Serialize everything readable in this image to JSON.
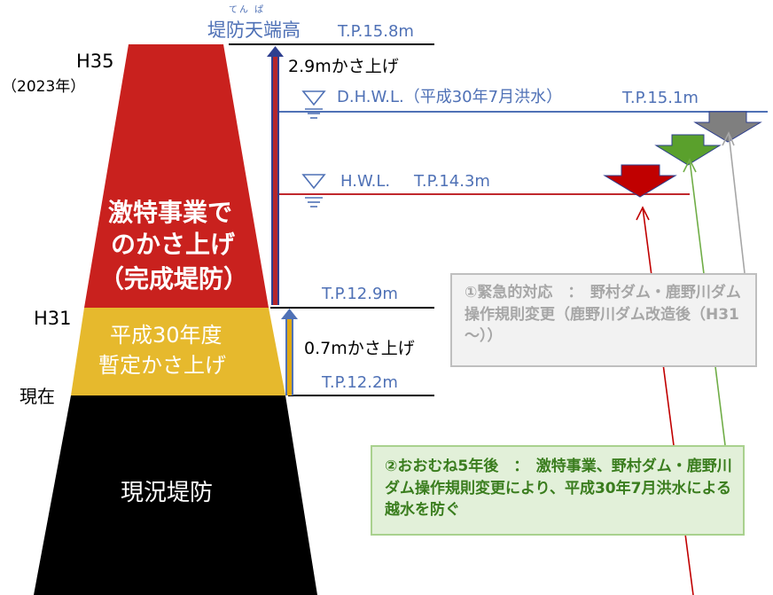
{
  "labels": {
    "crest_ruby": "てん ぱ",
    "crest_name": "堤防天端高",
    "crest_tp": "T.P.15.8m",
    "raise_29": "2.9mかさ上げ",
    "dhwl": "D.H.W.L.（平成30年7月洪水）",
    "dhwl_tp": "T.P.15.1m",
    "hwl": "H.W.L.",
    "hwl_tp": "T.P.14.3m",
    "tp_129": "T.P.12.9m",
    "raise_07": "0.7mかさ上げ",
    "tp_122": "T.P.12.2m"
  },
  "levee": {
    "h35": "H35",
    "h35_year": "（2023年）",
    "h31": "H31",
    "current": "現在",
    "red_line1": "激特事業で",
    "red_line2": "のかさ上げ",
    "red_line3": "（完成堤防）",
    "yellow_line1": "平成30年度",
    "yellow_line2": "暫定かさ上げ",
    "black": "現況堤防"
  },
  "notes": {
    "gray": "①緊急的対応　：　野村ダム・鹿野川ダム操作規則変更（鹿野川ダム改造後（H31～））",
    "green": "②おおむね5年後　：　激特事業、野村ダム・鹿野川ダム操作規則変更により、平成30年7月洪水による越水を防ぐ"
  },
  "colors": {
    "red": "#c9211e",
    "yellow": "#e6b92d",
    "black": "#000000",
    "blue_line": "#4f71b6",
    "red_line": "#c0282d",
    "arrow_gray": "#7f7f7f",
    "arrow_green": "#5aa02c",
    "arrow_red": "#c00000",
    "dark_blue_arrow": "#2e3f8f",
    "gold_arrow": "#e0a812"
  }
}
